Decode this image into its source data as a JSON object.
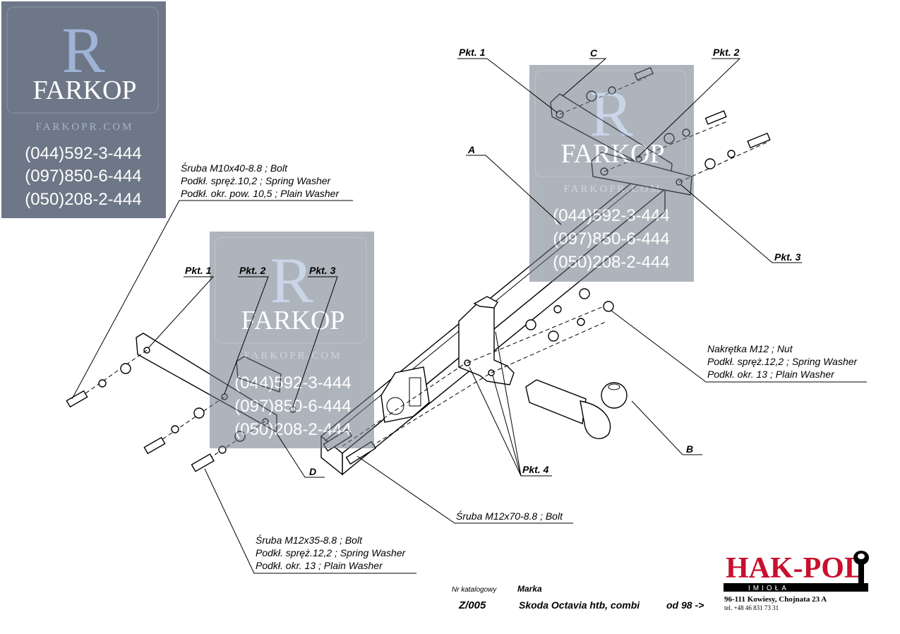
{
  "watermark": {
    "letter": "R",
    "brand": "FARKOP",
    "site": "FARKOPR.COM",
    "phones": [
      "(044)592-3-444",
      "(097)850-6-444",
      "(050)208-2-444"
    ]
  },
  "callouts": {
    "pkt1_top": "Pkt. 1",
    "pkt2_top": "Pkt. 2",
    "pkt3_right": "Pkt. 3",
    "c": "C",
    "a": "A",
    "pkt1_left": "Pkt. 1",
    "pkt2_left": "Pkt. 2",
    "pkt3_left": "Pkt. 3",
    "d": "D",
    "b": "B",
    "pkt4": "Pkt. 4"
  },
  "notes": {
    "bolt_m10": [
      "Śruba M10x40-8.8 ;  Bolt",
      "Podkł. spręż.10,2 ; Spring Washer",
      "Podkł. okr. pow. 10,5 ; Plain Washer"
    ],
    "nut_m12": [
      "Nakrętka  M12 ; Nut",
      "Podkł. spręż.12,2 ; Spring Washer",
      "Podkł. okr. 13 ; Plain Washer"
    ],
    "bolt_m12x70": [
      "Śruba M12x70-8.8 ;  Bolt"
    ],
    "bolt_m12x35": [
      "Śruba M12x35-8.8 ;  Bolt",
      "Podkł. spręż.12,2 ; Spring Washer",
      "Podkł. okr. 13 ; Plain Washer"
    ]
  },
  "footer": {
    "catalog_label": "Nr katalogowy",
    "catalog_no": "Z/005",
    "brand_label": "Marka",
    "model": "Skoda Octavia htb, combi",
    "years": "od  98 ->"
  },
  "maker": {
    "name": "HAK-POL",
    "sub": "IMIOŁA",
    "address": "96-111 Kowiesy, Chojnata 23 A",
    "tel": "tel. +48 46 831 73 31",
    "color": "#c8102e"
  },
  "colors": {
    "panel": "#6d7787",
    "panel_letter": "#9fb3d6"
  }
}
